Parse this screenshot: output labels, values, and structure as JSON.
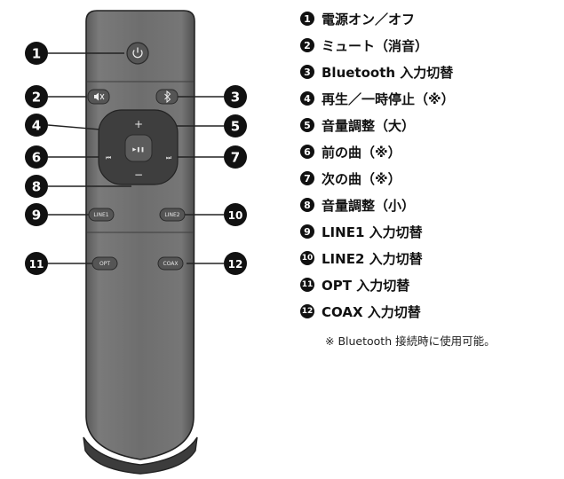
{
  "remote": {
    "buttons": {
      "power": "power-icon",
      "mute": "mute-icon",
      "bluetooth": "bluetooth-icon",
      "volume_up": "+",
      "volume_down": "−",
      "prev": "⏮",
      "next": "⏭",
      "play_pause": "▶❚❚",
      "line1": "LINE1",
      "line2": "LINE2",
      "opt": "OPT",
      "coax": "COAX"
    },
    "callouts": [
      "1",
      "2",
      "3",
      "4",
      "5",
      "6",
      "7",
      "8",
      "9",
      "10",
      "11",
      "12"
    ]
  },
  "legend": [
    {
      "num": "1",
      "text": "電源オン／オフ"
    },
    {
      "num": "2",
      "text": "ミュート（消音）"
    },
    {
      "num": "3",
      "text": "Bluetooth 入力切替"
    },
    {
      "num": "4",
      "text": "再生／一時停止（※）"
    },
    {
      "num": "5",
      "text": "音量調整（大）"
    },
    {
      "num": "6",
      "text": "前の曲（※）"
    },
    {
      "num": "7",
      "text": "次の曲（※）"
    },
    {
      "num": "8",
      "text": "音量調整（小）"
    },
    {
      "num": "9",
      "text": "LINE1 入力切替"
    },
    {
      "num": "10",
      "text": "LINE2 入力切替"
    },
    {
      "num": "11",
      "text": "OPT 入力切替"
    },
    {
      "num": "12",
      "text": "COAX 入力切替"
    }
  ],
  "note": "※ Bluetooth 接続時に使用可能。"
}
